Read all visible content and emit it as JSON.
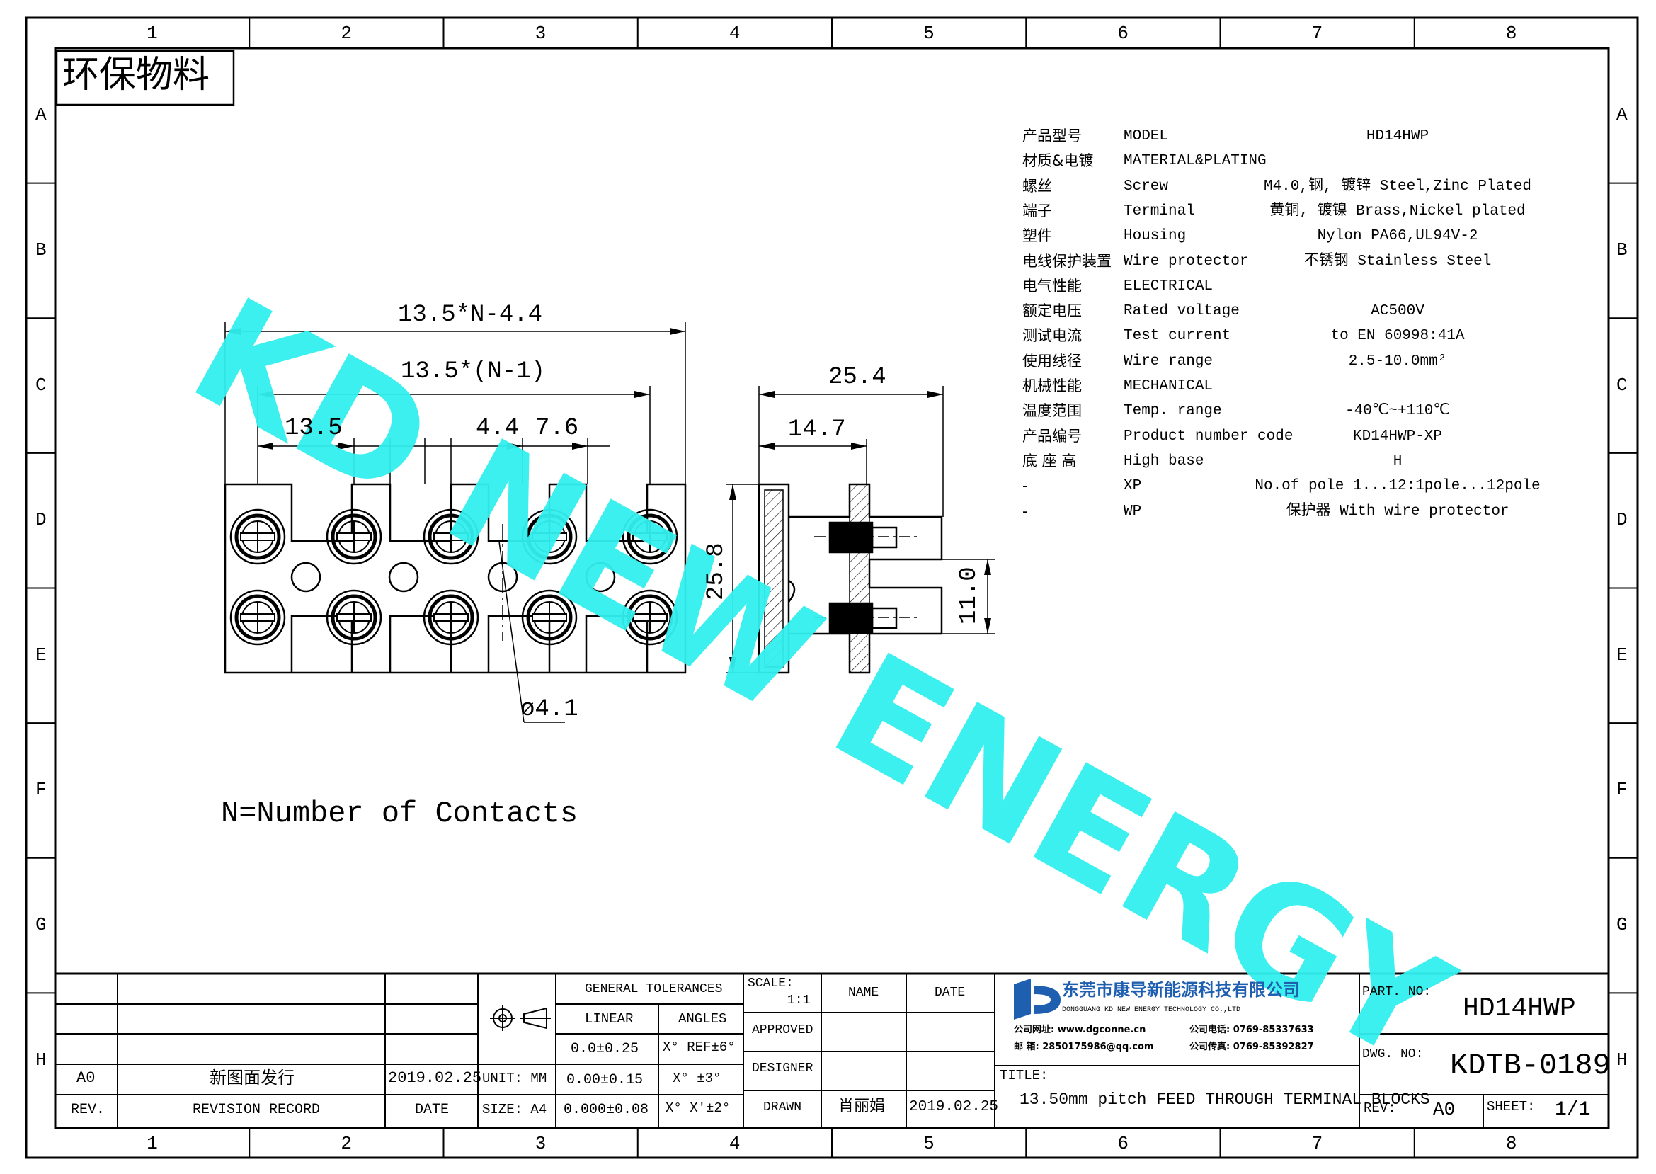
{
  "stamp": "环保物料",
  "watermark": "KD NEW ENERGY",
  "zones": {
    "cols": [
      "1",
      "2",
      "3",
      "4",
      "5",
      "6",
      "7",
      "8"
    ],
    "rows": [
      "A",
      "B",
      "C",
      "D",
      "E",
      "F",
      "G",
      "H"
    ]
  },
  "dimensions": {
    "overall_width": "13.5*N-4.4",
    "pitch_span": "13.5*(N-1)",
    "pitch": "13.5",
    "gap": "4.4",
    "offset": "7.6",
    "side_depth": "25.4",
    "side_partial": "14.7",
    "height": "25.8",
    "screw_spacing": "11.0",
    "hole_diameter": "ø4.1"
  },
  "note": "N=Number of Contacts",
  "spec_table": [
    {
      "cn": "产品型号",
      "en": "MODEL",
      "val": "HD14HWP"
    },
    {
      "cn": "材质&电镀",
      "en": "MATERIAL&PLATING",
      "val": ""
    },
    {
      "cn": "螺丝",
      "en": "Screw",
      "val": "M4.0,钢, 镀锌 Steel,Zinc Plated"
    },
    {
      "cn": "端子",
      "en": "Terminal",
      "val": "黄铜, 镀镍 Brass,Nickel plated"
    },
    {
      "cn": "塑件",
      "en": "Housing",
      "val": "Nylon PA66,UL94V-2"
    },
    {
      "cn": "电线保护装置",
      "en": "Wire protector",
      "val": "不锈钢 Stainless Steel"
    },
    {
      "cn": "电气性能",
      "en": "ELECTRICAL",
      "val": ""
    },
    {
      "cn": "额定电压",
      "en": "Rated voltage",
      "val": "AC500V"
    },
    {
      "cn": "测试电流",
      "en": "Test current",
      "val": "to EN 60998:41A"
    },
    {
      "cn": "使用线径",
      "en": "Wire range",
      "val": "2.5-10.0mm²"
    },
    {
      "cn": "机械性能",
      "en": "MECHANICAL",
      "val": ""
    },
    {
      "cn": "温度范围",
      "en": "Temp. range",
      "val": "-40℃~+110℃"
    },
    {
      "cn": "产品编号",
      "en": "Product number code",
      "val": "KD14HWP-XP"
    },
    {
      "cn": "底 座 高",
      "en": "High base",
      "val": "H"
    },
    {
      "cn": "-",
      "en": "XP",
      "val": "No.of pole 1...12:1pole...12pole"
    },
    {
      "cn": "-",
      "en": "WP",
      "val": "保护器 With wire protector"
    }
  ],
  "title_block": {
    "general_tolerances": "GENERAL TOLERANCES",
    "linear": "LINEAR",
    "angles": "ANGLES",
    "tol_linear": [
      "0.0±0.25",
      "0.00±0.15",
      "0.000±0.08"
    ],
    "tol_angles": [
      "X° REF±6°",
      "X° ±3°",
      "X° X'±2°"
    ],
    "unit_label": "UNIT: MM",
    "size_label": "SIZE: A4",
    "scale_label": "SCALE:",
    "scale_value": "1:1",
    "name_label": "NAME",
    "date_label": "DATE",
    "approved": "APPROVED",
    "designer": "DESIGNER",
    "drawn": "DRAWN",
    "drawn_name": "肖丽娟",
    "drawn_date": "2019.02.25",
    "rev_row": {
      "rev": "A0",
      "record": "新图面发行",
      "date": "2019.02.25"
    },
    "rev_header": {
      "rev": "REV.",
      "record": "REVISION RECORD",
      "date": "DATE"
    },
    "company_cn": "东莞市康导新能源科技有限公司",
    "company_en": "DONGGUANG KD NEW ENERGY TECHNOLOGY CO.,LTD",
    "website": "公司网址: www.dgconne.cn",
    "phone": "公司电话: 0769-85337633",
    "email": "邮    箱: 2850175986@qq.com",
    "fax": "公司传真: 0769-85392827",
    "title_label": "TITLE:",
    "title_text": "13.50mm pitch FEED THROUGH TERMINAL BLOCKS",
    "part_no_label": "PART. NO:",
    "part_no": "HD14HWP",
    "dwg_no_label": "DWG. NO:",
    "dwg_no": "KDTB-0189",
    "rev_label": "REV:",
    "rev_value": "A0",
    "sheet_label": "SHEET:",
    "sheet_value": "1/1"
  },
  "colors": {
    "watermark": "#33f0f0",
    "logo_blue": "#1f5fb0",
    "line": "#000000"
  }
}
